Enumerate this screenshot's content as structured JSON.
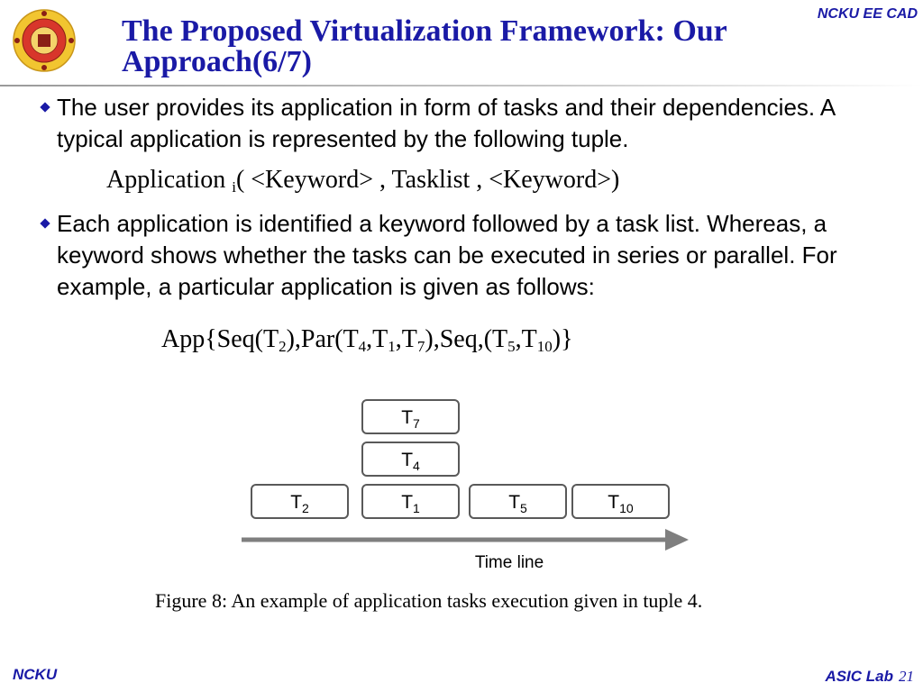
{
  "header": {
    "org_tag": "NCKU EE CAD",
    "title": "The Proposed Virtualization Framework: Our Approach(6/7)"
  },
  "bullets": [
    {
      "text": "The user provides its application in form of tasks and their dependencies. A typical application is represented by the following tuple."
    },
    {
      "text": "Each application is identified a keyword followed by a task list. Whereas, a keyword shows whether the tasks can be executed in series or parallel. For example, a particular application is given as follows:"
    }
  ],
  "formula_1": {
    "prefix": "Application ",
    "sub": "i",
    "rest": "( <Keyword> , Tasklist , <Keyword>)"
  },
  "formula_2": {
    "p1": "App{Seq(T",
    "s1": "2",
    "p2": "),Par(T",
    "s2": "4",
    "p3": ",T",
    "s3": "1",
    "p4": ",T",
    "s4": "7",
    "p5": "),Seq,(T",
    "s5": "5",
    "p6": ",T",
    "s6": "10",
    "p7": ")}"
  },
  "figure": {
    "tasks": [
      {
        "base": "T",
        "sub": "2"
      },
      {
        "base": "T",
        "sub": "1"
      },
      {
        "base": "T",
        "sub": "4"
      },
      {
        "base": "T",
        "sub": "7"
      },
      {
        "base": "T",
        "sub": "5"
      },
      {
        "base": "T",
        "sub": "10"
      }
    ],
    "timeline_label": "Time line",
    "caption": "Figure 8: An example of application tasks execution given in tuple 4."
  },
  "footer": {
    "left": "NCKU",
    "lab": "ASIC Lab",
    "page_number": "21"
  },
  "colors": {
    "accent": "#1a1aa6",
    "box_stroke": "#595959",
    "timeline": "#7f7f7f"
  }
}
